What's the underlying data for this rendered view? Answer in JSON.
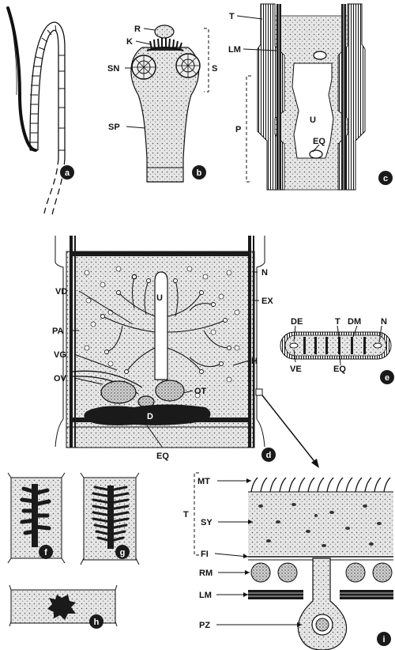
{
  "panels": {
    "a": {
      "badge": "a"
    },
    "b": {
      "badge": "b",
      "labels": {
        "R": "R",
        "K": "K",
        "SN": "SN",
        "SP": "SP",
        "S": "S"
      }
    },
    "c": {
      "badge": "c",
      "labels": {
        "T": "T",
        "LM": "LM",
        "P": "P",
        "U": "U",
        "EQ": "EQ"
      }
    },
    "d": {
      "badge": "d",
      "labels": {
        "N": "N",
        "EX": "EX",
        "VD": "VD",
        "PA": "PA",
        "VG": "VG",
        "OV": "OV",
        "U": "U",
        "OT": "OT",
        "D": "D",
        "H": "H",
        "EQ": "EQ"
      }
    },
    "e": {
      "badge": "e",
      "labels": {
        "DE": "DE",
        "T": "T",
        "DM": "DM",
        "N": "N",
        "VE": "VE",
        "EQ": "EQ"
      }
    },
    "f": {
      "badge": "f"
    },
    "g": {
      "badge": "g"
    },
    "h": {
      "badge": "h"
    },
    "i": {
      "badge": "i",
      "labels": {
        "MT": "MT",
        "T": "T",
        "SY": "SY",
        "FI": "FI",
        "RM": "RM",
        "LM": "LM",
        "PZ": "PZ"
      }
    }
  },
  "colors": {
    "ink": "#111111",
    "shade": "#d9d9d9",
    "dark": "#1a1a1a"
  }
}
